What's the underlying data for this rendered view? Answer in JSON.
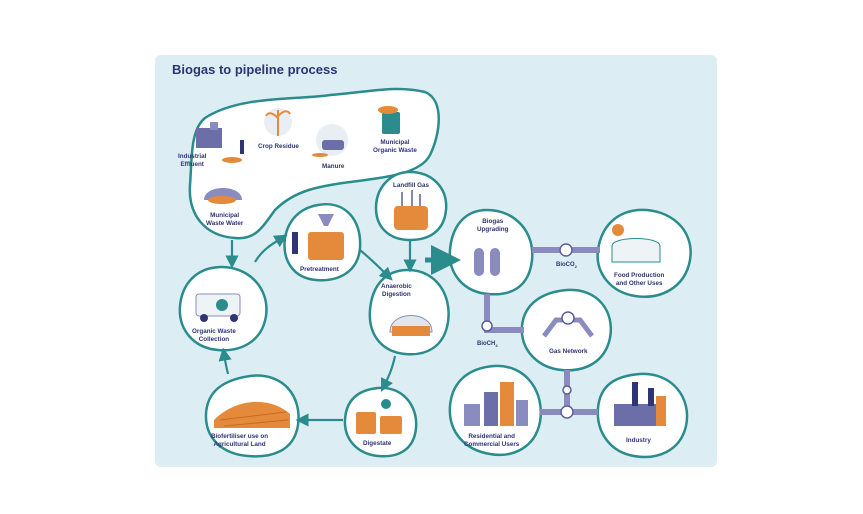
{
  "title": "Biogas to pipeline process",
  "nodes": {
    "industrial_effluent": "Industrial\nEffluent",
    "crop_residue": "Crop Residue",
    "manure": "Manure",
    "municipal_organic_waste": "Municipal\nOrganic Waste",
    "municipal_waste_water": "Municipal\nWaste Water",
    "pretreatment": "Pretreatment",
    "landfill_gas": "Landfill Gas",
    "anaerobic_digestion": "Anaerobic\nDigestion",
    "biogas_upgrading": "Biogas\nUpgrading",
    "food_production": "Food Production\nand Other Uses",
    "organic_waste_collection": "Organic Waste\nCollection",
    "gas_network": "Gas Network",
    "biofertiliser": "Biofertiliser use on\nAgricultural Land",
    "digestate": "Digestate",
    "residential": "Residential and\nCommercial Users",
    "industry": "Industry"
  },
  "pipes": {
    "bioco2_main": "BioCO",
    "bioco2_sub": "2",
    "biochx_main": "BioCH",
    "biochx_sub": "4"
  },
  "colors": {
    "navy": "#2f3472",
    "teal": "#2a8c8c",
    "orange": "#e5893a",
    "pipe": "#8a8cc0",
    "panel": "#dceef3"
  }
}
